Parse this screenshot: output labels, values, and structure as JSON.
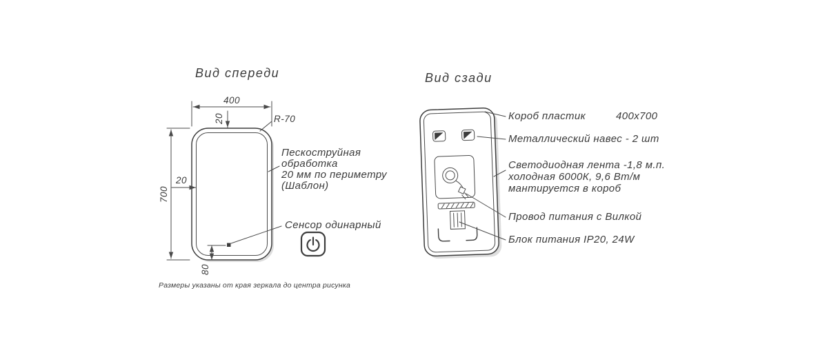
{
  "front_view": {
    "title": "Вид спереди",
    "dimensions": {
      "width": "400",
      "height": "700",
      "border_top": "20",
      "border_left": "20",
      "sensor_bottom": "80",
      "corner_radius": "R-70"
    },
    "sandblast_note": [
      "Пескоструйная",
      "обработка",
      "20 мм по периметру",
      "(Шаблон)"
    ],
    "sensor_label": "Сенсор одинарный",
    "footnote": "Размеры указаны от края зеркала до центра рисунка"
  },
  "back_view": {
    "title": "Вид сзади",
    "labels": {
      "box": "Короб пластик",
      "box_size": "400х700",
      "hangers": "Металлический навес - 2 шт",
      "led": [
        "Светодиодная лента -1,8 м.п.",
        "холодная 6000К, 9,6 Вт/м",
        "мантируется в короб"
      ],
      "cord": "Провод питания с Вилкой",
      "power_supply": "Блок питания IP20, 24W"
    }
  },
  "colors": {
    "line": "#3c3c3c",
    "text": "#3a3a3a",
    "background": "#ffffff"
  }
}
